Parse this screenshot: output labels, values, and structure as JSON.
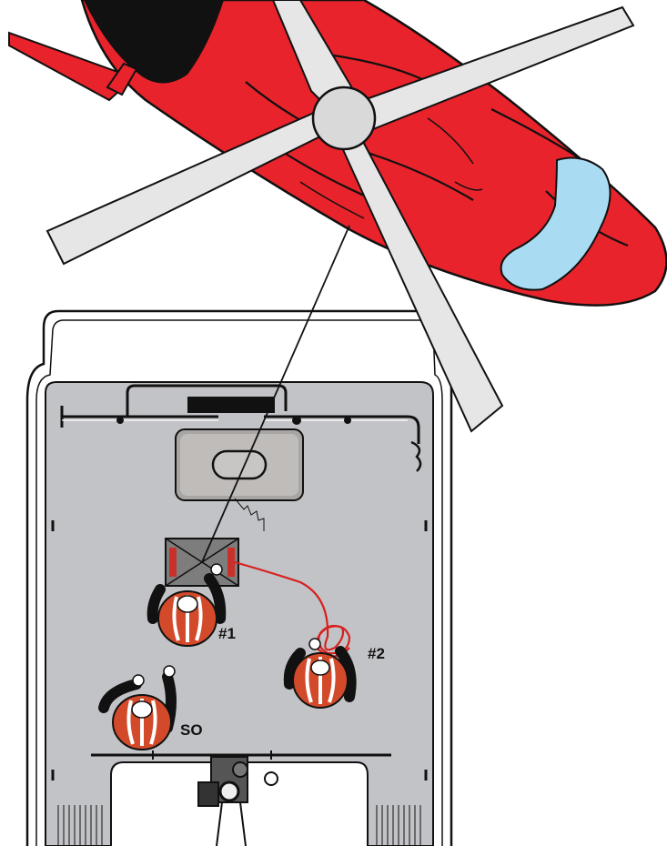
{
  "labels": {
    "crew_1": "#1",
    "crew_2": "#2",
    "safety_officer": "SO"
  },
  "colors": {
    "helicopter_body": "#e8232b",
    "helicopter_outline": "#111111",
    "window": "#a9dcf3",
    "rotor_blade": "#e6e6e6",
    "rotor_hub": "#d9d9d9",
    "deck": "#c2c3c6",
    "rope": "#d8201f",
    "crew_vest": "#d34a2b",
    "crew_stripe": "#ffffff"
  },
  "icons": {
    "helicopter": "helicopter-icon",
    "rotor": "rotor-icon",
    "deck": "ship-deck",
    "hatch": "hatch-icon",
    "winch_target": "hoist-target-icon",
    "crew": "crew-member-icon",
    "crane": "crane-icon"
  }
}
